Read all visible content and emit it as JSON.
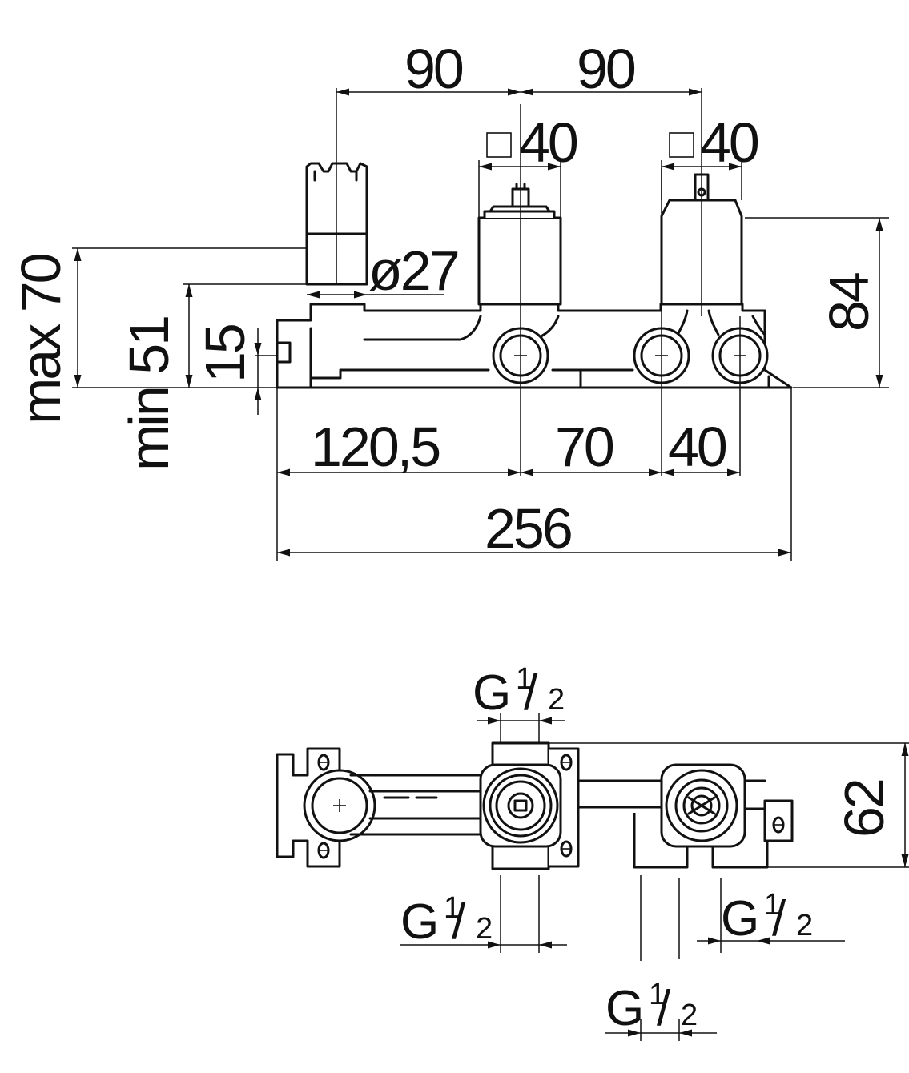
{
  "front_view": {
    "dim_top_left": "90",
    "dim_top_right": "90",
    "square_left": "40",
    "square_right": "40",
    "diameter": "ø27",
    "height_right": "84",
    "max_depth": "max 70",
    "min_depth": "min 51",
    "offset": "15",
    "spacing_left": "120,5",
    "spacing_mid": "70",
    "spacing_right": "40",
    "overall_width": "256"
  },
  "top_view": {
    "thread_top": {
      "letter": "G",
      "num": "1",
      "den": "2"
    },
    "thread_left": {
      "letter": "G",
      "num": "1",
      "den": "2"
    },
    "thread_right": {
      "letter": "G",
      "num": "1",
      "den": "2"
    },
    "thread_bottom": {
      "letter": "G",
      "num": "1",
      "den": "2"
    },
    "depth": "62"
  }
}
